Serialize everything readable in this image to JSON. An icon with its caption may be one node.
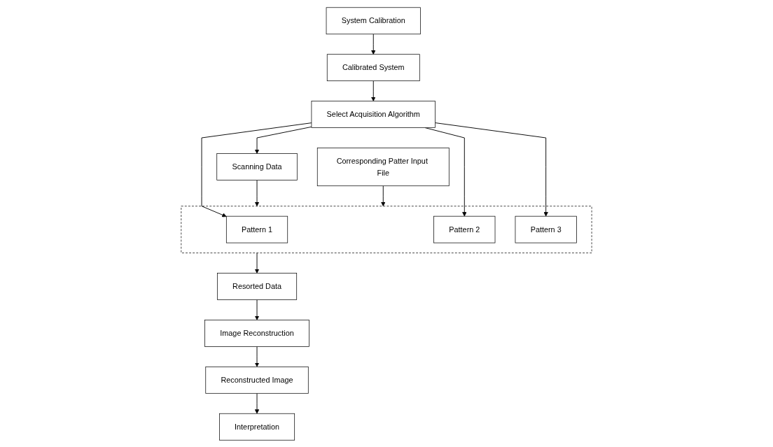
{
  "diagram": {
    "nodes": [
      {
        "text": [
          "System Calibration"
        ]
      },
      {
        "text": [
          "Calibrated System"
        ]
      },
      {
        "text": [
          "Select Acquisition Algorithm"
        ]
      },
      {
        "text": [
          "Scanning Data"
        ]
      },
      {
        "text": [
          "Corresponding Patter Input File"
        ]
      },
      {
        "text": [],
        "shape": "box"
      },
      {
        "text": [
          "Pattern 1"
        ],
        "in": 5
      },
      {
        "text": [
          "Pattern 2"
        ],
        "in": 5
      },
      {
        "text": [
          "Pattern 3"
        ],
        "in": 5
      },
      {
        "text": [
          "Resorted Data"
        ]
      },
      {
        "text": [
          "Image Reconstruction"
        ]
      },
      {
        "text": [
          "Reconstructed Image"
        ]
      },
      {
        "text": [
          "Interpretation"
        ]
      }
    ],
    "edges": [
      {
        "from": 0,
        "to": 1,
        "arrow": "to"
      },
      {
        "from": 1,
        "to": 2,
        "arrow": "to"
      },
      {
        "from": 2,
        "to": 3,
        "arrow": "to"
      },
      {
        "from": 2,
        "to": 6,
        "arrow": "to"
      },
      {
        "from": 2,
        "to": 7,
        "arrow": "to"
      },
      {
        "from": 2,
        "to": 8,
        "arrow": "to"
      },
      {
        "from": 3,
        "to": 5,
        "arrow": "to"
      },
      {
        "from": 4,
        "to": 5,
        "arrow": "to"
      },
      {
        "from": 5,
        "to": 9,
        "arrow": "to"
      },
      {
        "from": 9,
        "to": 10,
        "arrow": "to"
      },
      {
        "from": 10,
        "to": 11,
        "arrow": "to"
      },
      {
        "from": 11,
        "to": 12,
        "arrow": "to"
      }
    ]
  }
}
